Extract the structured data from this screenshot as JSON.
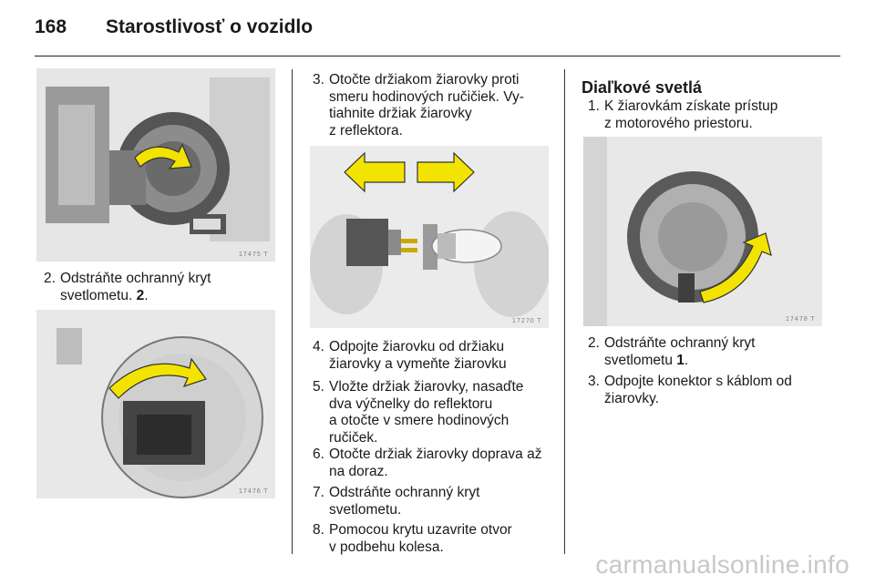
{
  "header": {
    "page_number": "168",
    "title": "Starostlivosť o vozidlo"
  },
  "figures": {
    "fig1": "17475 T",
    "fig2": "17476 T",
    "fig3": "17270 T",
    "fig4": "17478 T"
  },
  "col1": {
    "steps": [
      {
        "num": "2.",
        "text": "Odstráňte ochranný kryt\nsvetlometu. ",
        "bold": "2",
        "tail": "."
      }
    ]
  },
  "col2": {
    "steps": [
      {
        "num": "3.",
        "text": "Otočte držiakom žiarovky proti\nsmeru hodinových ručičiek. Vy-\ntiahnite držiak žiarovky\nz reflektora."
      },
      {
        "num": "4.",
        "text": "Odpojte žiarovku od držiaku\nžiarovky a vymeňte žiarovku"
      },
      {
        "num": "5.",
        "text": "Vložte držiak žiarovky, nasaďte\ndva výčnelky do reflektoru\na otočte v smere hodinových\nručiček."
      },
      {
        "num": "6.",
        "text": "Otočte držiak žiarovky doprava až\nna doraz."
      },
      {
        "num": "7.",
        "text": "Odstráňte ochranný kryt\nsvetlometu."
      },
      {
        "num": "8.",
        "text": "Pomocou krytu uzavrite otvor\nv podbehu kolesa."
      }
    ]
  },
  "col3": {
    "title": "Diaľkové svetlá",
    "steps": [
      {
        "num": "1.",
        "text": "K žiarovkám získate prístup\nz motorového priestoru."
      },
      {
        "num": "2.",
        "text": "Odstráňte ochranný kryt\nsvetlometu ",
        "bold": "1",
        "tail": "."
      },
      {
        "num": "3.",
        "text": "Odpojte konektor s káblom od\nžiarovky."
      }
    ]
  },
  "watermark": "carmanualsonline.info",
  "colors": {
    "arrow_yellow": "#f2e400",
    "figure_bg": "#e9e9e9",
    "rule": "#222222"
  },
  "icons": [
    "rotate-arrow-icon",
    "left-arrow-icon",
    "right-arrow-icon"
  ]
}
